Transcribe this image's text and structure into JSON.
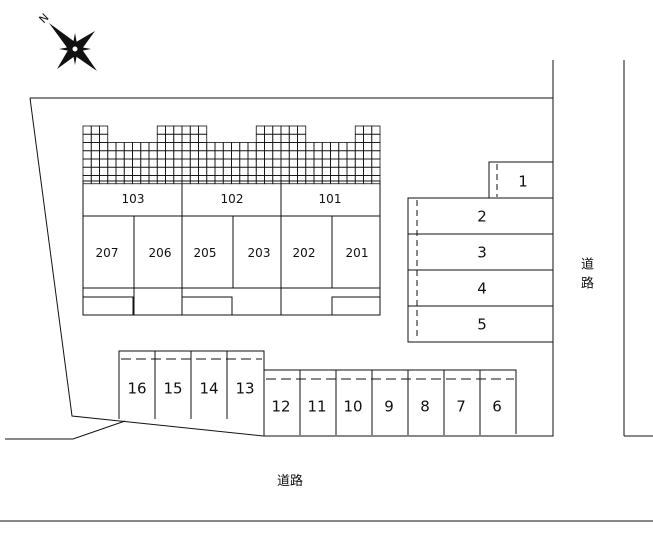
{
  "compass": {
    "north_mark": "N",
    "icon": "compass-rose-icon"
  },
  "roads": {
    "east_label": "道路",
    "south_label": "道路"
  },
  "building": {
    "upper_units": [
      "103",
      "102",
      "101"
    ],
    "lower_units": [
      "207",
      "206",
      "205",
      "203",
      "202",
      "201"
    ]
  },
  "parking": {
    "right_column": [
      "1",
      "2",
      "3",
      "4",
      "5"
    ],
    "bottom_left": [
      "16",
      "15",
      "14",
      "13"
    ],
    "bottom_right": [
      "12",
      "11",
      "10",
      "9",
      "8",
      "7",
      "6"
    ]
  },
  "colors": {
    "line": "#111111",
    "background": "#ffffff"
  }
}
